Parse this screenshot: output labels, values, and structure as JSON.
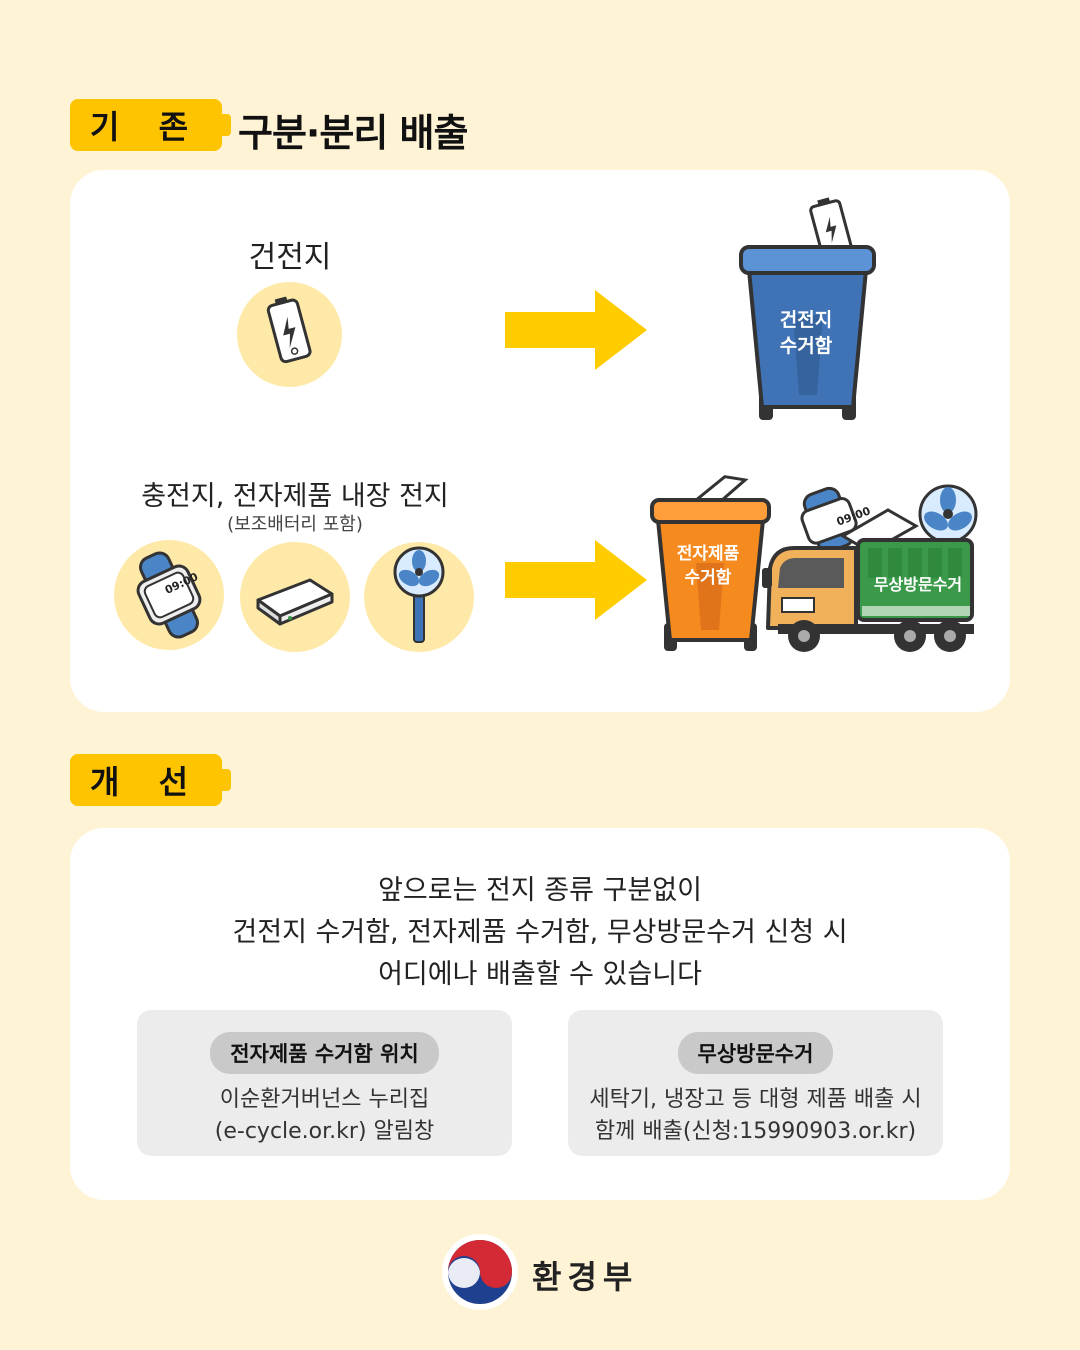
{
  "section_before": {
    "tag": "기 존",
    "title": "구분·분리 배출",
    "row1": {
      "label": "건전지",
      "bin_label_line1": "건전지",
      "bin_label_line2": "수거함"
    },
    "row2": {
      "label": "충전지, 전자제품 내장 전지",
      "sublabel": "(보조배터리 포함)",
      "watch_time": "09:00",
      "bin_label_line1": "전자제품",
      "bin_label_line2": "수거함",
      "truck_label": "무상방문수거",
      "truck_watch_time": "09:00"
    }
  },
  "section_after": {
    "tag": "개 선",
    "body_lines": [
      "앞으로는 전지 종류 구분없이",
      "건전지 수거함, 전자제품 수거함, 무상방문수거 신청 시",
      "어디에나 배출할 수 있습니다"
    ],
    "cards": [
      {
        "title": "전자제품 수거함 위치",
        "line1": "이순환거버넌스 누리집",
        "line2": "(e-cycle.or.kr) 알림창"
      },
      {
        "title": "무상방문수거",
        "line1": "세탁기, 냉장고 등 대형 제품 배출 시",
        "line2": "함께 배출(신청:15990903.or.kr)"
      }
    ]
  },
  "footer": {
    "logo_text": "환경부"
  },
  "colors": {
    "background": "#fff3d6",
    "accent": "#ffc400",
    "blue_bin": "#4a86c7",
    "orange_bin": "#f58a1f",
    "truck_green": "#3a9a4a"
  }
}
